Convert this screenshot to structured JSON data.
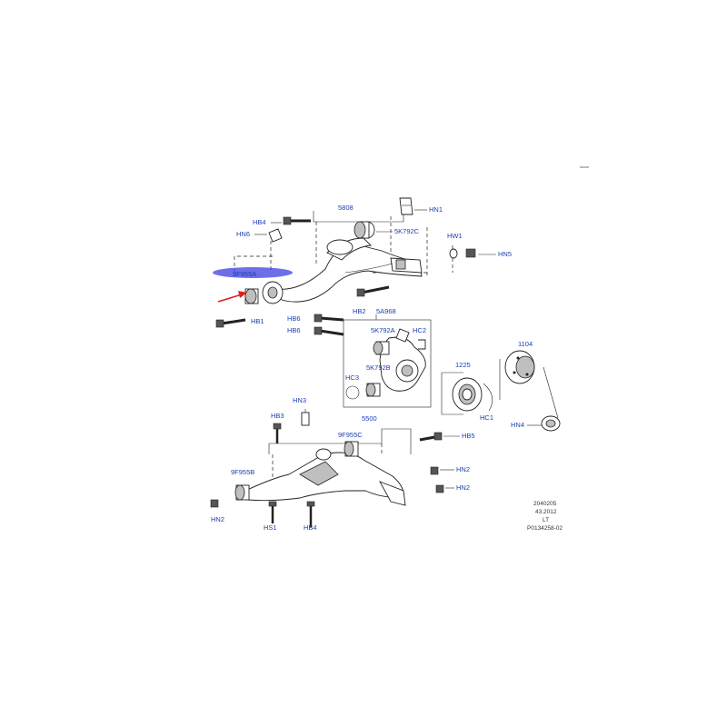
{
  "colors": {
    "label": "#1a3fb0",
    "highlight": "#3b3fe0",
    "arrow": "#e02020",
    "line": "#222222"
  },
  "labels": {
    "5808": "5808",
    "HN1": "HN1",
    "HB4_top": "HB4",
    "HN6": "HN6",
    "5K792C": "5K792C",
    "HW1": "HW1",
    "HN5": "HN5",
    "9F955A": "9F955A",
    "HB1": "HB1",
    "HB2": "HB2",
    "5A968": "5A968",
    "HB6_a": "HB6",
    "HB6_b": "HB6",
    "5K792A": "5K792A",
    "HC2": "HC2",
    "5K792B": "5K792B",
    "HC3": "HC3",
    "1225": "1225",
    "1104": "1104",
    "HC1": "HC1",
    "HN4": "HN4",
    "HN3": "HN3",
    "HB3": "HB3",
    "5500": "5500",
    "9F955C": "9F955C",
    "HB5": "HB5",
    "HN2_a": "HN2",
    "HN2_b": "HN2",
    "9F955B": "9F955B",
    "HN2_c": "HN2",
    "HS1": "HS1",
    "HB4_bottom": "HB4"
  },
  "drawing_info": {
    "line1": "2040205",
    "line2": "43.2012",
    "line3": "LT",
    "line4": "P0134258-02"
  }
}
